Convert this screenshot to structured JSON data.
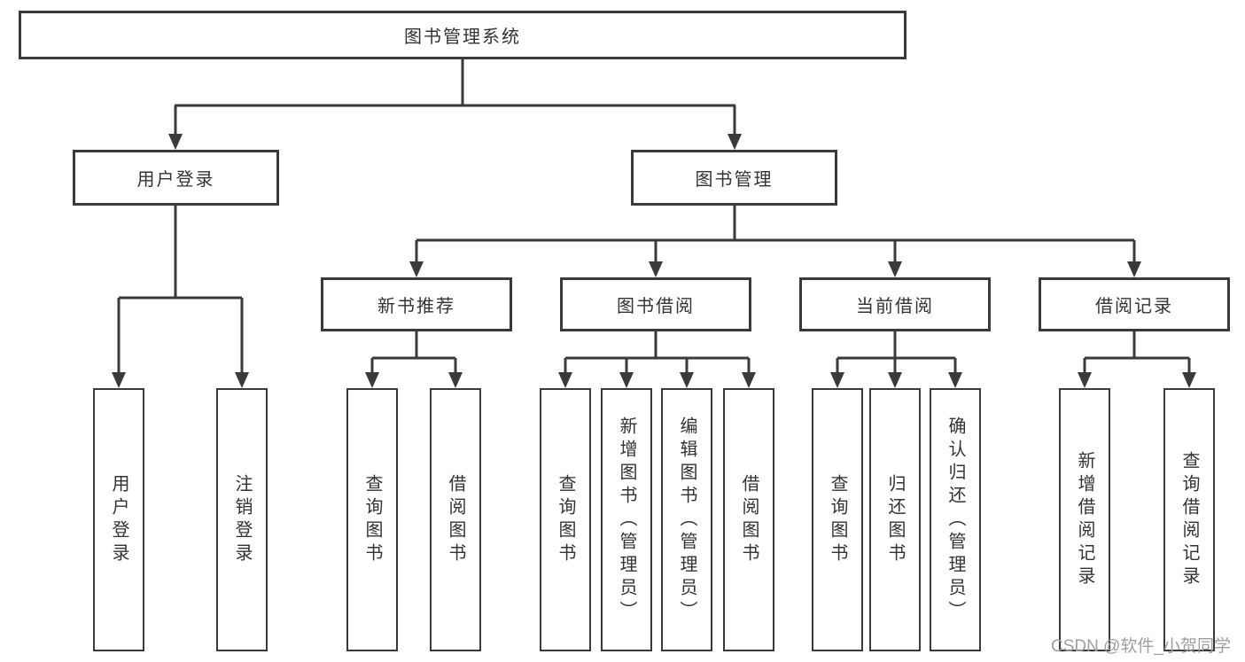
{
  "diagram": {
    "root_label": "图书管理系统",
    "level2": [
      {
        "id": "user-login",
        "label": "用户登录"
      },
      {
        "id": "book-management",
        "label": "图书管理"
      }
    ],
    "level3": [
      {
        "id": "new-book-recommendation",
        "label": "新书推荐"
      },
      {
        "id": "book-borrowing",
        "label": "图书借阅"
      },
      {
        "id": "current-borrowing",
        "label": "当前借阅"
      },
      {
        "id": "borrowing-records",
        "label": "借阅记录"
      }
    ],
    "leaves": {
      "user_login": [
        "用户登录",
        "注销登录"
      ],
      "new_book_recommendation": [
        "查询图书",
        "借阅图书"
      ],
      "book_borrowing": [
        "查询图书",
        "新增图书（管理员）",
        "编辑图书（管理员）",
        "借阅图书"
      ],
      "current_borrowing": [
        "查询图书",
        "归还图书",
        "确认归还（管理员）"
      ],
      "borrowing_records": [
        "新增借阅记录",
        "查询借阅记录"
      ]
    }
  },
  "colors": {
    "line": "#3a3a3a",
    "text": "#333333",
    "box_background": "#ffffff",
    "watermark": "#9e9e9e"
  },
  "watermark": {
    "text": "CSDN @软件_小贺同学"
  }
}
